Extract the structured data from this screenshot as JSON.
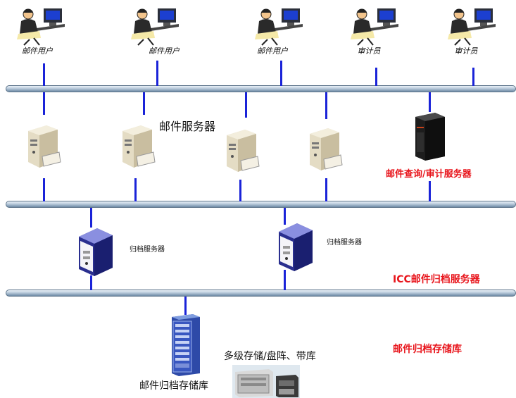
{
  "users": [
    {
      "label": "邮件用户",
      "icon": "person-at-computer-icon"
    },
    {
      "label": "邮件用户",
      "icon": "person-at-computer-icon"
    },
    {
      "label": "邮件用户",
      "icon": "person-at-computer-icon"
    },
    {
      "label": "审计员",
      "icon": "person-at-computer-icon"
    },
    {
      "label": "审计员",
      "icon": "person-at-computer-icon"
    }
  ],
  "mail_servers_label": "邮件服务器",
  "query_audit_label": "邮件查询/审计服务器",
  "archive_server_labels": [
    "归档服务器",
    "归档服务器"
  ],
  "icc_label": "ICC邮件归档服务器",
  "storage_red_label": "邮件归档存储库",
  "storage_bottom_label": "邮件归档存储库",
  "multi_storage_label": "多级存储/盘阵、带库",
  "colors": {
    "link": "#1a23d8",
    "accent_red": "#e8141b"
  }
}
